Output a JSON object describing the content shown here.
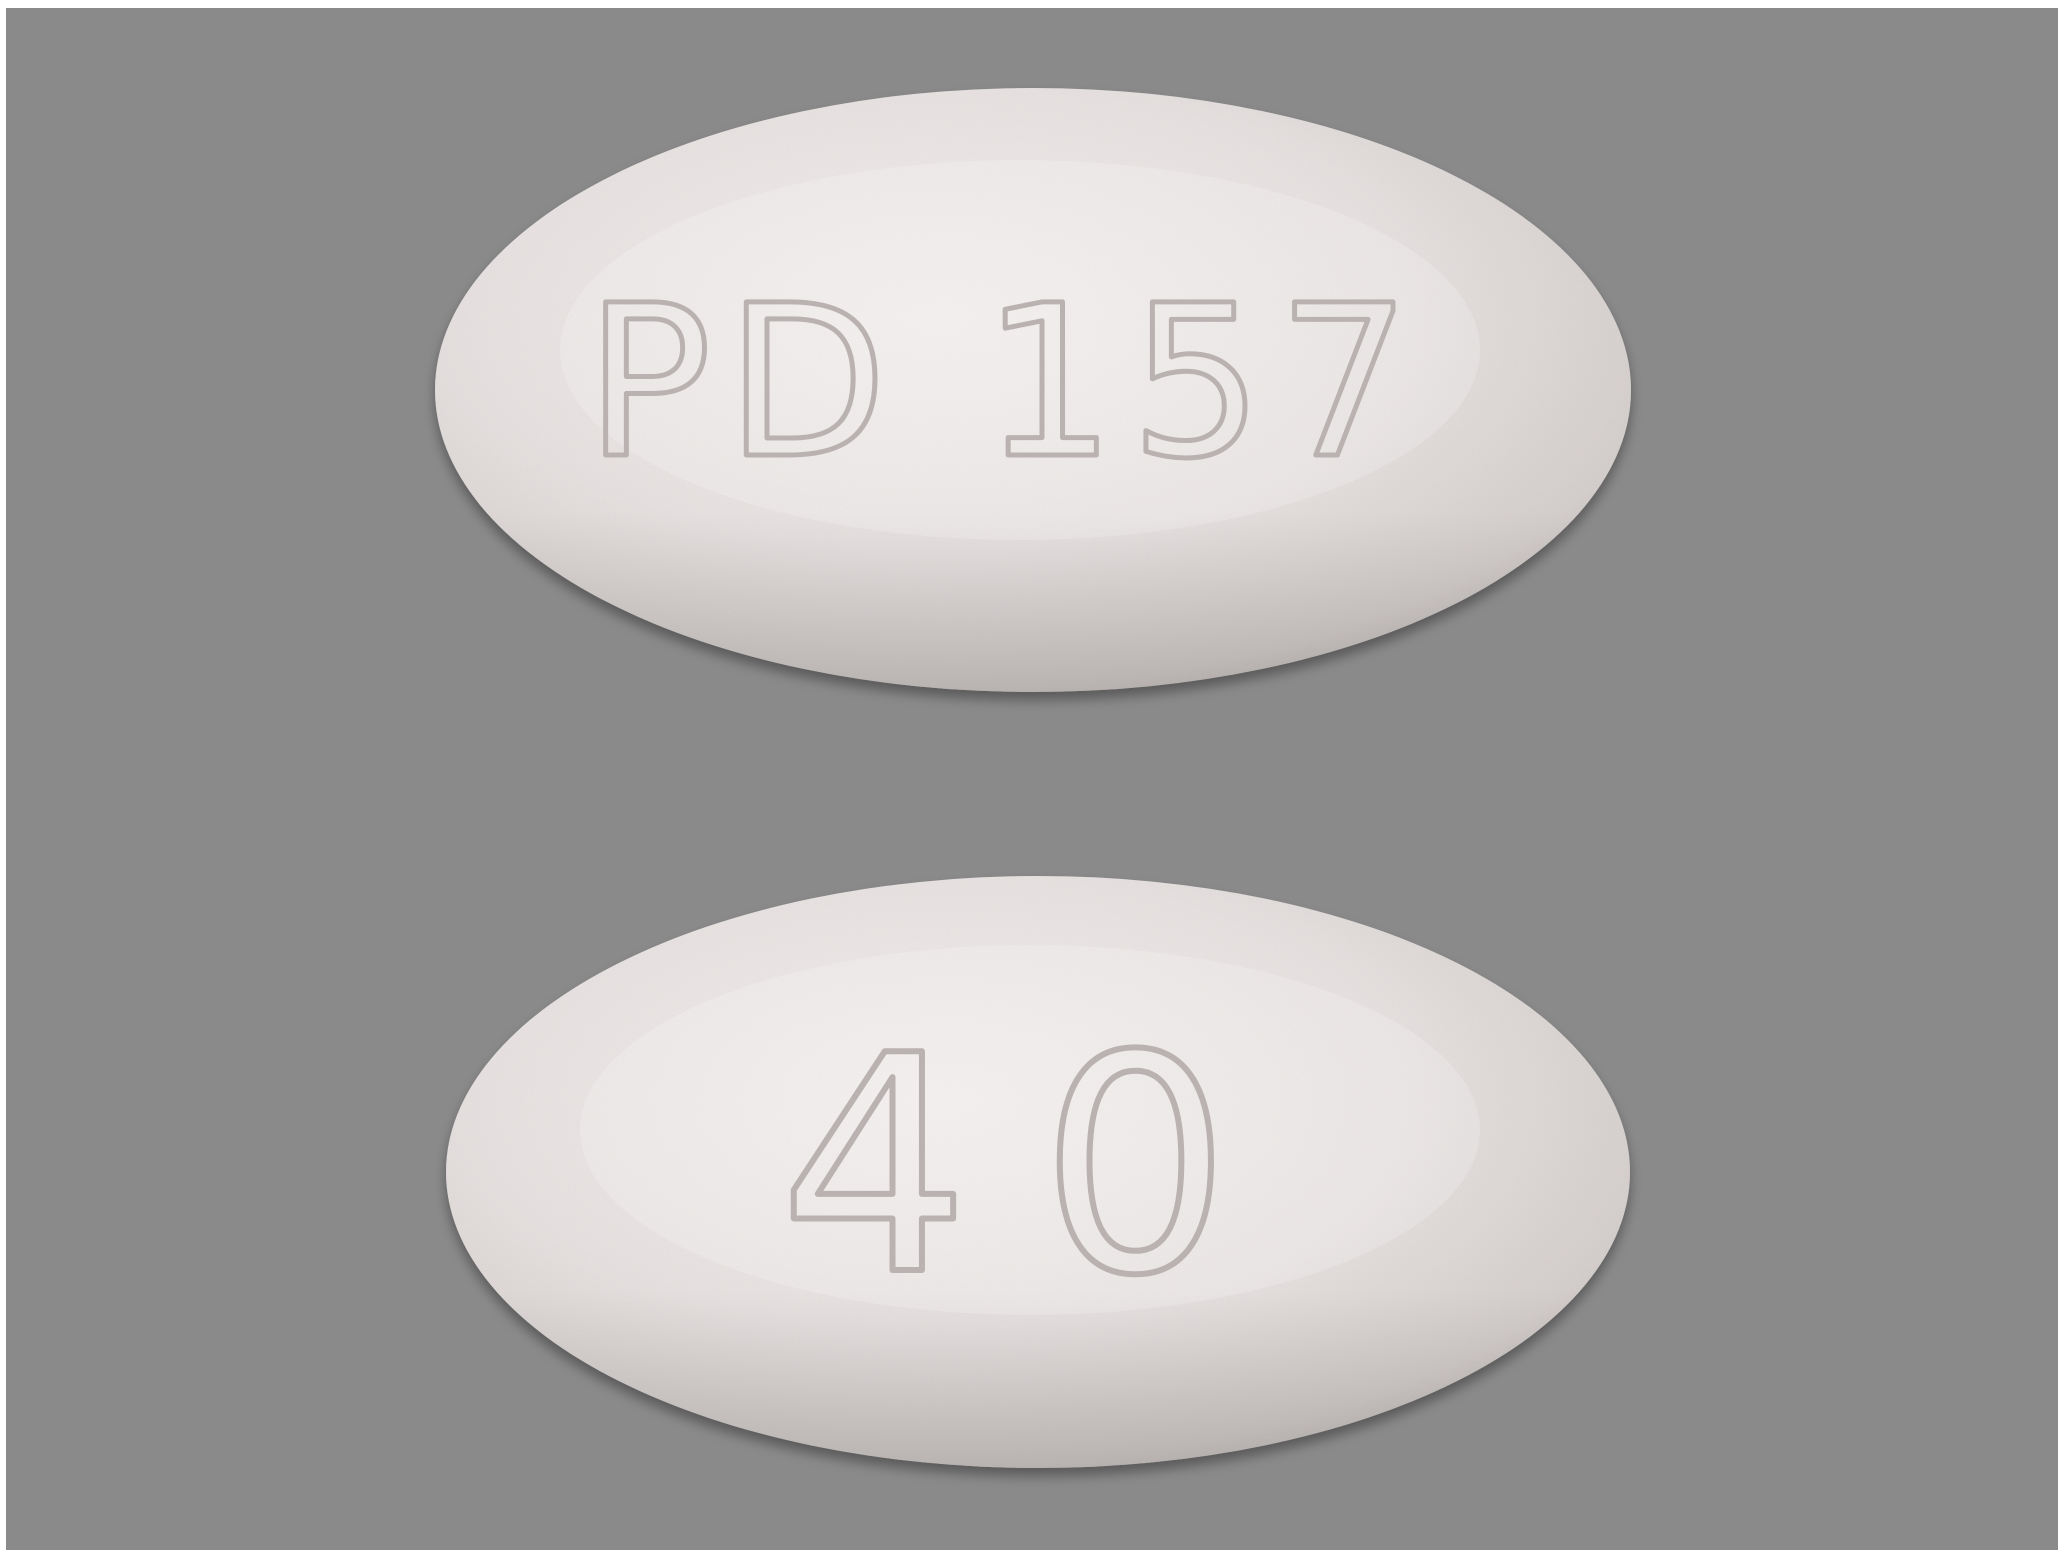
{
  "photo": {
    "background_color": "#8a8a8a",
    "pill_color": "#ece7e6",
    "pill_shadow_color": "#cfc9c7",
    "imprint_color": "#b9b2b0",
    "pills": [
      {
        "side": "front",
        "imprint": "PD 157"
      },
      {
        "side": "back",
        "imprint": "40"
      }
    ]
  }
}
